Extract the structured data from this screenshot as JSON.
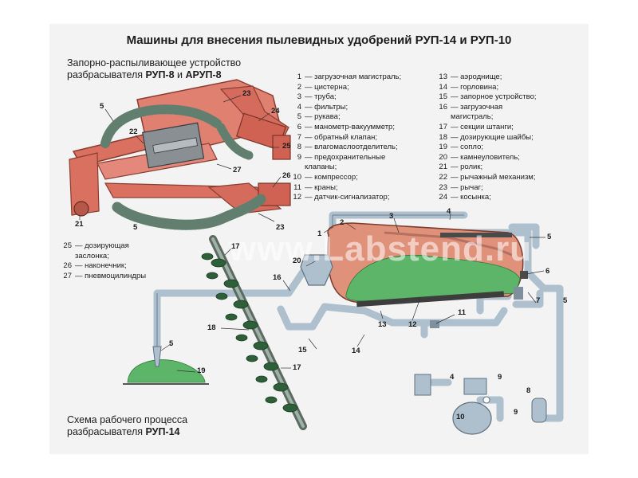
{
  "title": "Машины для внесения пылевидных удобрений РУП-14 и РУП-10",
  "subtitle": {
    "line1": "Запорно-распыливающее устройство",
    "line2_prefix": "разбрасывателя ",
    "line2_bold1": "РУП-8",
    "line2_mid": " и ",
    "line2_bold2": "АРУП-8"
  },
  "caption": {
    "line1": "Схема рабочего процесса",
    "line2_prefix": "разбрасывателя ",
    "line2_bold": "РУП-14"
  },
  "watermark": "www.Labstend.ru",
  "legend_col1": [
    {
      "num": "1",
      "text": "— загрузочная магистраль;"
    },
    {
      "num": "2",
      "text": "— цистерна;"
    },
    {
      "num": "3",
      "text": "— труба;"
    },
    {
      "num": "4",
      "text": "— фильтры;"
    },
    {
      "num": "5",
      "text": "— рукава;"
    },
    {
      "num": "6",
      "text": "— манометр-вакуумметр;"
    },
    {
      "num": "7",
      "text": "— обратный клапан;"
    },
    {
      "num": "8",
      "text": "— влагомаслоотделитель;"
    },
    {
      "num": "9",
      "text": "— предохранительные"
    },
    {
      "num": "",
      "text": "клапаны;"
    },
    {
      "num": "10",
      "text": "— компрессор;"
    },
    {
      "num": "11",
      "text": "— краны;"
    },
    {
      "num": "12",
      "text": "— датчик-сигнализатор;"
    }
  ],
  "legend_col2": [
    {
      "num": "13",
      "text": "— аэроднище;"
    },
    {
      "num": "14",
      "text": "— горловина;"
    },
    {
      "num": "15",
      "text": "— запорное устройство;"
    },
    {
      "num": "16",
      "text": "— загрузочная"
    },
    {
      "num": "",
      "text": "магистраль;"
    },
    {
      "num": "17",
      "text": "— секции штанги;"
    },
    {
      "num": "18",
      "text": "— дозирующие шайбы;"
    },
    {
      "num": "19",
      "text": "— сопло;"
    },
    {
      "num": "20",
      "text": "— камнеуловитель;"
    },
    {
      "num": "21",
      "text": "— ролик;"
    },
    {
      "num": "22",
      "text": "— рычажный механизм;"
    },
    {
      "num": "23",
      "text": "— рычаг;"
    },
    {
      "num": "24",
      "text": "— косынка;"
    }
  ],
  "legend_col3": [
    {
      "num": "25",
      "text": "— дозирующая"
    },
    {
      "num": "",
      "text": "заслонка;"
    },
    {
      "num": "26",
      "text": "— наконечник;"
    },
    {
      "num": "27",
      "text": "— пневмоцилиндры"
    }
  ],
  "callouts_top": {
    "c5": "5",
    "c22": "22",
    "c23a": "23",
    "c24": "24",
    "c25": "25",
    "c27": "27",
    "c26": "26",
    "c21": "21",
    "c23b": "23",
    "c5b": "5"
  },
  "callouts_scheme": {
    "c1": "1",
    "c2": "2",
    "c3": "3",
    "c4": "4",
    "c5a": "5",
    "c20": "20",
    "c6": "6",
    "c16": "16",
    "c17a": "17",
    "c18": "18",
    "c13": "13",
    "c12": "12",
    "c14": "14",
    "c15": "15",
    "c11": "11",
    "c7": "7",
    "c5b": "5",
    "c5c": "5",
    "c19": "19",
    "c17b": "17",
    "c4b": "4",
    "c9a": "9",
    "c8": "8",
    "c10": "10",
    "c9b": "9"
  },
  "colors": {
    "tank": "#e0917a",
    "powder": "#5db56a",
    "pipe": "#aebfcd",
    "frame": "#d97060",
    "hose": "#7e9c8a"
  }
}
